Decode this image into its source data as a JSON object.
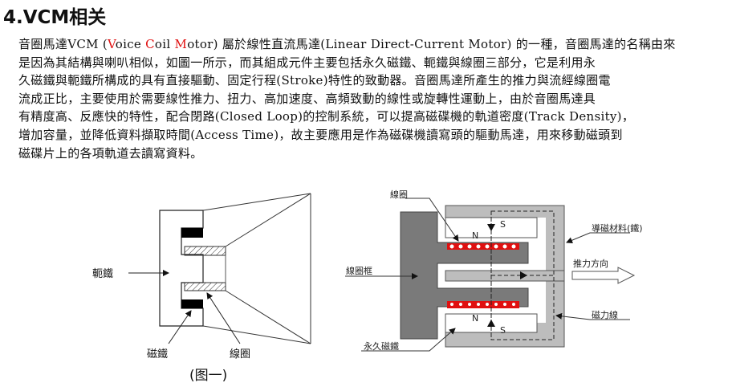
{
  "heading": "4.VCM相关",
  "paragraph": {
    "line1": {
      "a": "音圈馬達VCM (",
      "v": "V",
      "b": "oice ",
      "c": "C",
      "d": "oil ",
      "m": "M",
      "e": "otor) 屬於線性直流馬達(Linear Direct-Current Motor) 的一種，音圈馬達的名稱由來"
    },
    "lines": [
      "是因為其結構與喇叭相似，如圖一所示，而其組成元件主要包括永久磁鐵、軛鐵與線圈三部分，它是利用永",
      "久磁鐵與軛鐵所構成的具有直接驅動、固定行程(Stroke)特性的致動器。音圈馬達所產生的推力與流經線圈電",
      "流成正比，主要使用於需要線性推力、扭力、高加速度、高頻致動的線性或旋轉性運動上，由於音圈馬達具",
      "有精度高、反應快的特性，配合閉路(Closed Loop)的控制系統，可以提高磁碟機的軌道密度(Track Density)，",
      "增加容量，並降低資料擷取時間(Access Time)，故主要應用是作為磁碟機讀寫頭的驅動馬達，用來移動磁頭到",
      "磁碟片上的各項軌道去讀寫資料。"
    ]
  },
  "figure1": {
    "yoke": "軛鐵",
    "magnet": "磁鐵",
    "coil": "線圈",
    "caption": "(图一)"
  },
  "figure2": {
    "coil": "線圈",
    "material": "導磁材料(鐵)",
    "bobbin": "線圈框",
    "thrust": "推力方向",
    "flux": "磁力線",
    "magnet": "永久磁鐵",
    "n": "N",
    "s": "S"
  },
  "colors": {
    "accent": "#e01010",
    "iron": "#bdbdbd",
    "frame": "#7a7a7a"
  }
}
